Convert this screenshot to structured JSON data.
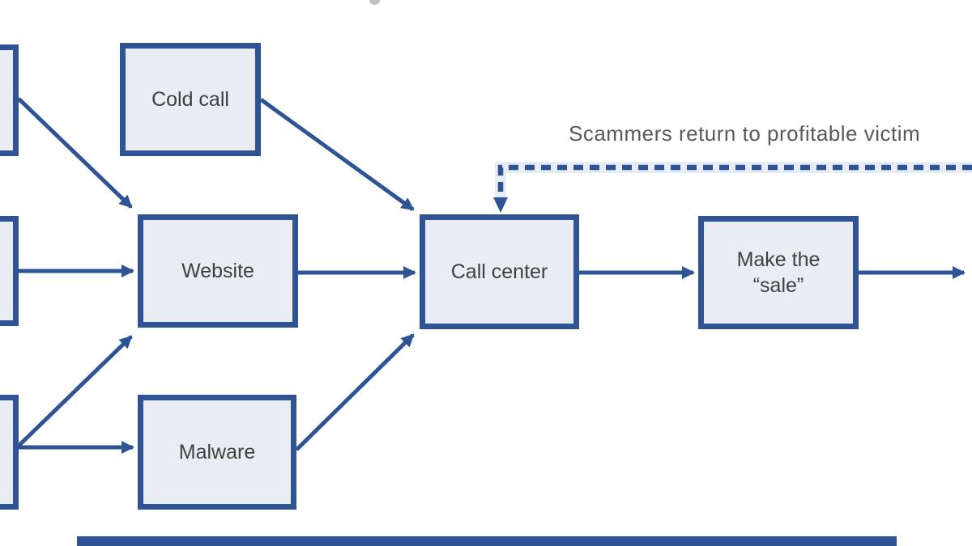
{
  "diagram": {
    "nodes": {
      "cold_call": "Cold call",
      "website": "Website",
      "malware": "Malware",
      "call_center": "Call center",
      "make_sale": "Make the\n“sale”"
    },
    "annotation": "Scammers return to profitable victim",
    "colors": {
      "accent_blue": "#2e5496",
      "box_fill": "#e9ecf3",
      "box_text": "#3f3f3f",
      "annotation_text": "#595959"
    }
  }
}
